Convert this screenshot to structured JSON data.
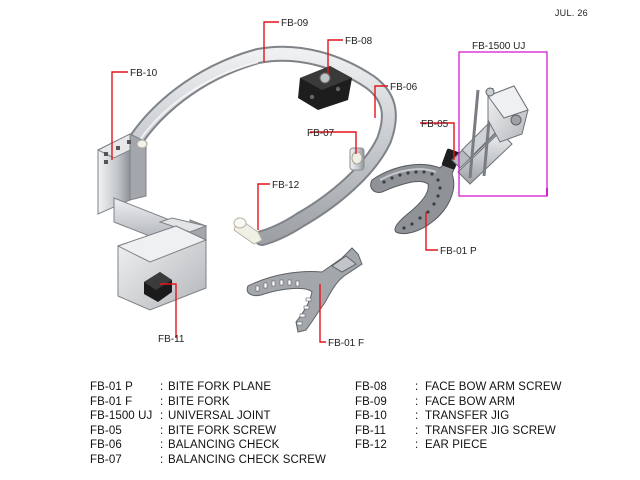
{
  "date": "JUL. 26",
  "callouts": [
    {
      "id": "fb09",
      "code": "FB-09"
    },
    {
      "id": "fb08",
      "code": "FB-08"
    },
    {
      "id": "fb1500",
      "code": "FB-1500 UJ"
    },
    {
      "id": "fb10",
      "code": "FB-10"
    },
    {
      "id": "fb06",
      "code": "FB-06"
    },
    {
      "id": "fb05",
      "code": "FB-05"
    },
    {
      "id": "fb07",
      "code": "FB-07"
    },
    {
      "id": "fb12",
      "code": "FB-12"
    },
    {
      "id": "fb01p",
      "code": "FB-01 P"
    },
    {
      "id": "fb11",
      "code": "FB-11"
    },
    {
      "id": "fb01f",
      "code": "FB-01 F"
    }
  ],
  "legend_left": [
    {
      "code": "FB-01 P",
      "sep": ":",
      "name": "BITE FORK PLANE"
    },
    {
      "code": "FB-01 F",
      "sep": ":",
      "name": "BITE FORK"
    },
    {
      "code": "FB-1500 UJ",
      "sep": ":",
      "name": "UNIVERSAL JOINT"
    },
    {
      "code": "FB-05",
      "sep": ":",
      "name": "BITE FORK SCREW"
    },
    {
      "code": "FB-06",
      "sep": ":",
      "name": "BALANCING CHECK"
    },
    {
      "code": "FB-07",
      "sep": ":",
      "name": "BALANCING CHECK SCREW"
    }
  ],
  "legend_right": [
    {
      "code": "FB-08",
      "sep": ":",
      "name": "FACE BOW ARM SCREW"
    },
    {
      "code": "FB-09",
      "sep": ":",
      "name": "FACE BOW ARM"
    },
    {
      "code": "FB-10",
      "sep": ":",
      "name": "TRANSFER JIG"
    },
    {
      "code": "FB-11",
      "sep": ":",
      "name": "TRANSFER JIG SCREW"
    },
    {
      "code": "FB-12",
      "sep": ":",
      "name": "EAR PIECE"
    }
  ],
  "colors": {
    "leader": "#e3141b",
    "ujbox": "#d020d0",
    "metal": "#c9ccd0",
    "metal_dark": "#8e9297",
    "knob": "#1b1b1b"
  }
}
